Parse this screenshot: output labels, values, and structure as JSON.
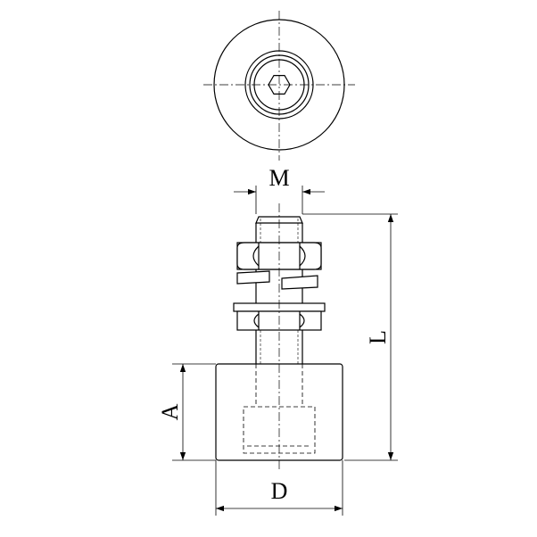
{
  "labels": {
    "m": "M",
    "l": "L",
    "a": "A",
    "d": "D"
  },
  "colors": {
    "line": "#000000",
    "background": "#ffffff"
  }
}
